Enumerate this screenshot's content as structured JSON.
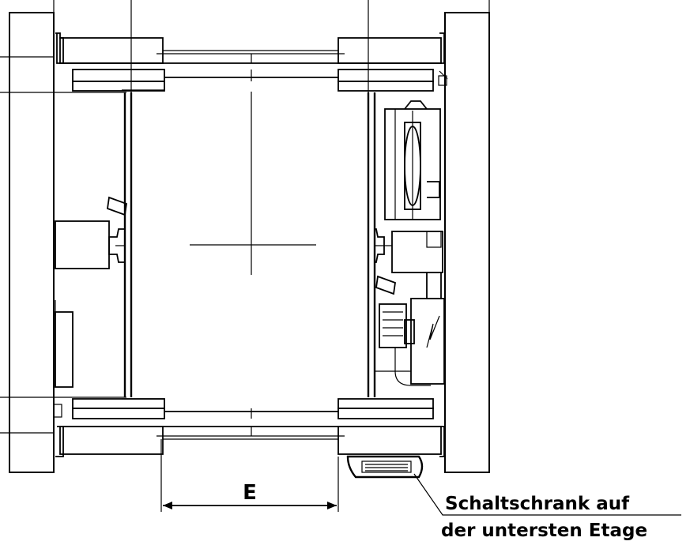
{
  "drawing": {
    "subject": "elevator-shaft-plan",
    "dimension_label": "E",
    "callout": {
      "line1": "Schaltschrank auf",
      "line2": "der untersten Etage"
    }
  }
}
